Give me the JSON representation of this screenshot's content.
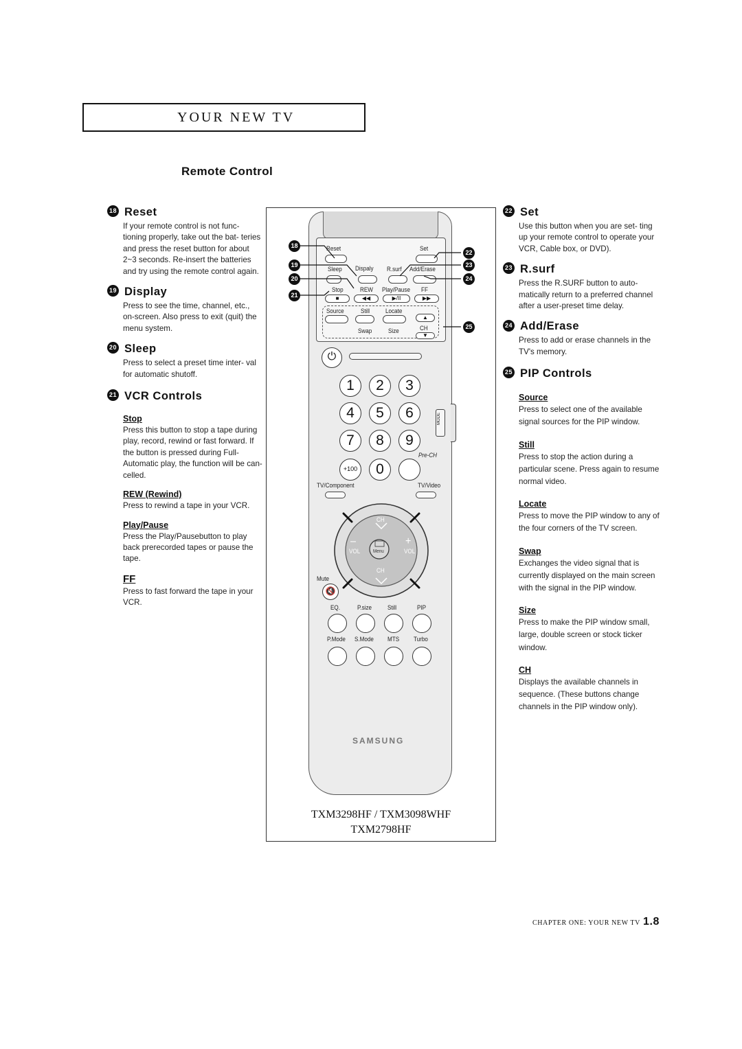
{
  "header": {
    "title": "YOUR NEW TV"
  },
  "section_title": "Remote Control",
  "left": {
    "reset": {
      "num": "18",
      "title": "Reset",
      "body": "If your remote control is not func- tioning properly, take out the bat- teries and press the reset button for about 2~3 seconds. Re-insert the batteries and try using the remote control again."
    },
    "display": {
      "num": "19",
      "title": "Display",
      "body": "Press to see the time, channel, etc., on-screen. Also press to exit (quit) the menu system."
    },
    "sleep": {
      "num": "20",
      "title": "Sleep",
      "body": "Press to select a preset time inter- val for automatic shutoff."
    },
    "vcr": {
      "num": "21",
      "title": "VCR Controls",
      "items": [
        {
          "sub": "Stop",
          "body": "Press this button to stop a tape during play, record, rewind or fast forward. If the button is pressed during Full-Automatic play, the function will be can- celled."
        },
        {
          "sub": "REW (Rewind)",
          "body": "Press to rewind a tape in your VCR."
        },
        {
          "sub": "Play/Pause",
          "body": "Press the Play/Pausebutton to play back prerecorded tapes or pause the tape."
        },
        {
          "sub": "FF",
          "body": "Press to fast forward the tape in your VCR."
        }
      ]
    }
  },
  "right": {
    "set": {
      "num": "22",
      "title": "Set",
      "body": "Use this button when you are set- ting up your remote control to operate your VCR, Cable box, or DVD)."
    },
    "rsurf": {
      "num": "23",
      "title": "R.surf",
      "body": "Press the R.SURF button to auto- matically return to a preferred channel after a user-preset time delay."
    },
    "adderase": {
      "num": "24",
      "title": "Add/Erase",
      "body": "Press to add or erase channels in the TV's memory."
    },
    "pip": {
      "num": "25",
      "title": "PIP Controls",
      "items": [
        {
          "sub": "Source",
          "body": "Press to select one of the available signal sources for the PIP window."
        },
        {
          "sub": "Still",
          "body": "Press to stop the action during a particular scene. Press again to resume normal video."
        },
        {
          "sub": "Locate",
          "body": "Press to move the PIP window to any of the four corners of the TV screen."
        },
        {
          "sub": "Swap",
          "body": "Exchanges the video signal that is currently displayed on the main screen with the signal in the PIP window."
        },
        {
          "sub": "Size",
          "body": "Press to make the PIP window small, large, double screen or stock ticker window."
        },
        {
          "sub": "CH",
          "body": "Displays the available channels in sequence. (These buttons change channels in the PIP window only)."
        }
      ]
    }
  },
  "remote": {
    "panel_labels": {
      "reset": "Reset",
      "set": "Set",
      "sleep": "Sleep",
      "display": "Dispaly",
      "rsurf": "R.surf",
      "adderase": "Add/Erase",
      "stop": "Stop",
      "rew": "REW",
      "playpause": "Play/Pause",
      "ff": "FF",
      "source": "Source",
      "still": "Still",
      "locate": "Locate",
      "swap": "Swap",
      "size": "Size",
      "ch": "CH"
    },
    "callouts": [
      "18",
      "19",
      "20",
      "21",
      "22",
      "23",
      "24",
      "25"
    ],
    "keys": [
      "1",
      "2",
      "3",
      "4",
      "5",
      "6",
      "7",
      "8",
      "9",
      "0"
    ],
    "plus100": "+100",
    "prech": "Pre-CH",
    "mode": "MODE",
    "tv_component": "TV/Component",
    "tv_video": "TV/Video",
    "nav": {
      "ch_up": "CH",
      "ch_down": "CH",
      "vol_left": "VOL",
      "vol_right": "VOL",
      "menu": "Menu",
      "minus": "–",
      "plus": "+"
    },
    "mute": "Mute",
    "row1": [
      "EQ.",
      "P.size",
      "Still",
      "PIP"
    ],
    "row2": [
      "P.Mode",
      "S.Mode",
      "MTS",
      "Turbo"
    ],
    "brand": "SAMSUNG"
  },
  "models": {
    "line1": "TXM3298HF / TXM3098WHF",
    "line2": "TXM2798HF"
  },
  "footer": {
    "chapter": "CHAPTER ONE: YOUR NEW TV",
    "page": "1.8"
  }
}
